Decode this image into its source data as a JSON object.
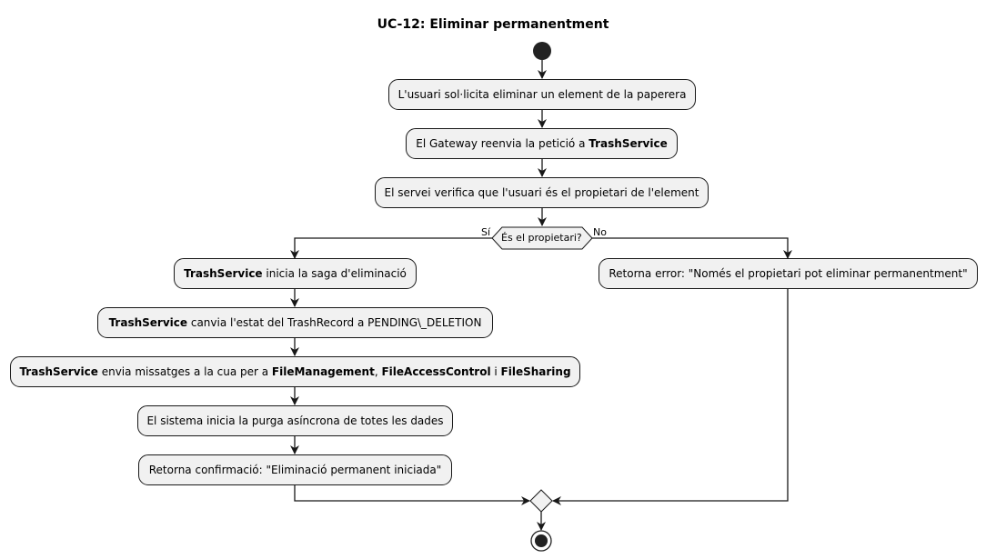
{
  "title": "UC-12: Eliminar permanentment",
  "colors": {
    "box_fill": "#f1f1f1",
    "stroke": "#181818",
    "node": "#222222"
  },
  "activities": {
    "a1": "L'usuari sol·licita eliminar un element de la paperera",
    "a2_pre": "El Gateway reenvia la petició a ",
    "a2_b": "TrashService",
    "a3": "El servei verifica que l'usuari és el propietari de l'element",
    "y1_b": "TrashService",
    "y1_post": " inicia la saga d'eliminació",
    "y2_b": "TrashService",
    "y2_post": " canvia l'estat del TrashRecord a PENDING\\_DELETION",
    "y3_b1": "TrashService",
    "y3_t1": " envia missatges a la cua per a ",
    "y3_b2": "FileManagement",
    "y3_t2": ", ",
    "y3_b3": "FileAccessControl",
    "y3_t3": " i ",
    "y3_b4": "FileSharing",
    "y4": "El sistema inicia la purga asíncrona de totes les dades",
    "y5": "Retorna confirmació: \"Eliminació permanent iniciada\"",
    "n1": "Retorna error: \"Només el propietari pot eliminar permanentment\""
  },
  "decision": {
    "question": "És el propietari?",
    "yes": "Sí",
    "no": "No"
  }
}
